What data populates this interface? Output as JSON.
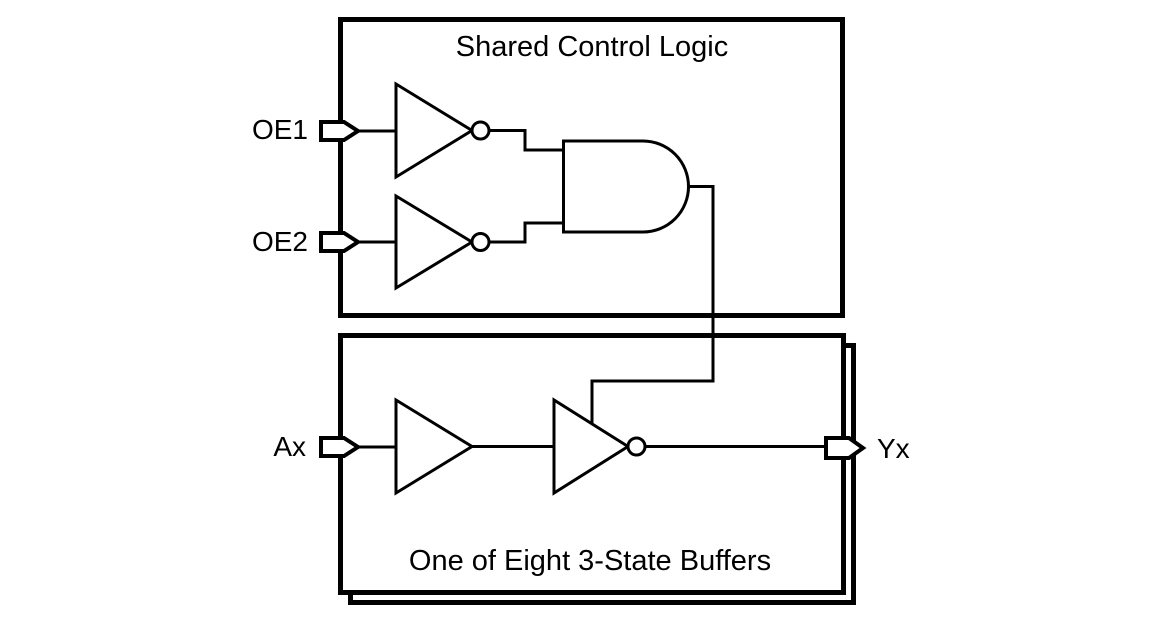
{
  "colors": {
    "line": "#000000",
    "background": "#ffffff"
  },
  "control_block": {
    "title": "Shared Control Logic",
    "inputs": [
      {
        "label": "OE1",
        "gate": "inverter"
      },
      {
        "label": "OE2",
        "gate": "inverter"
      }
    ],
    "combining_gate": "and-gate"
  },
  "buffer_block": {
    "title": "One of Eight 3-State Buffers",
    "input_label": "Ax",
    "output_label": "Yx",
    "gates": [
      "buffer",
      "inverting-3-state-output-buffer"
    ]
  }
}
